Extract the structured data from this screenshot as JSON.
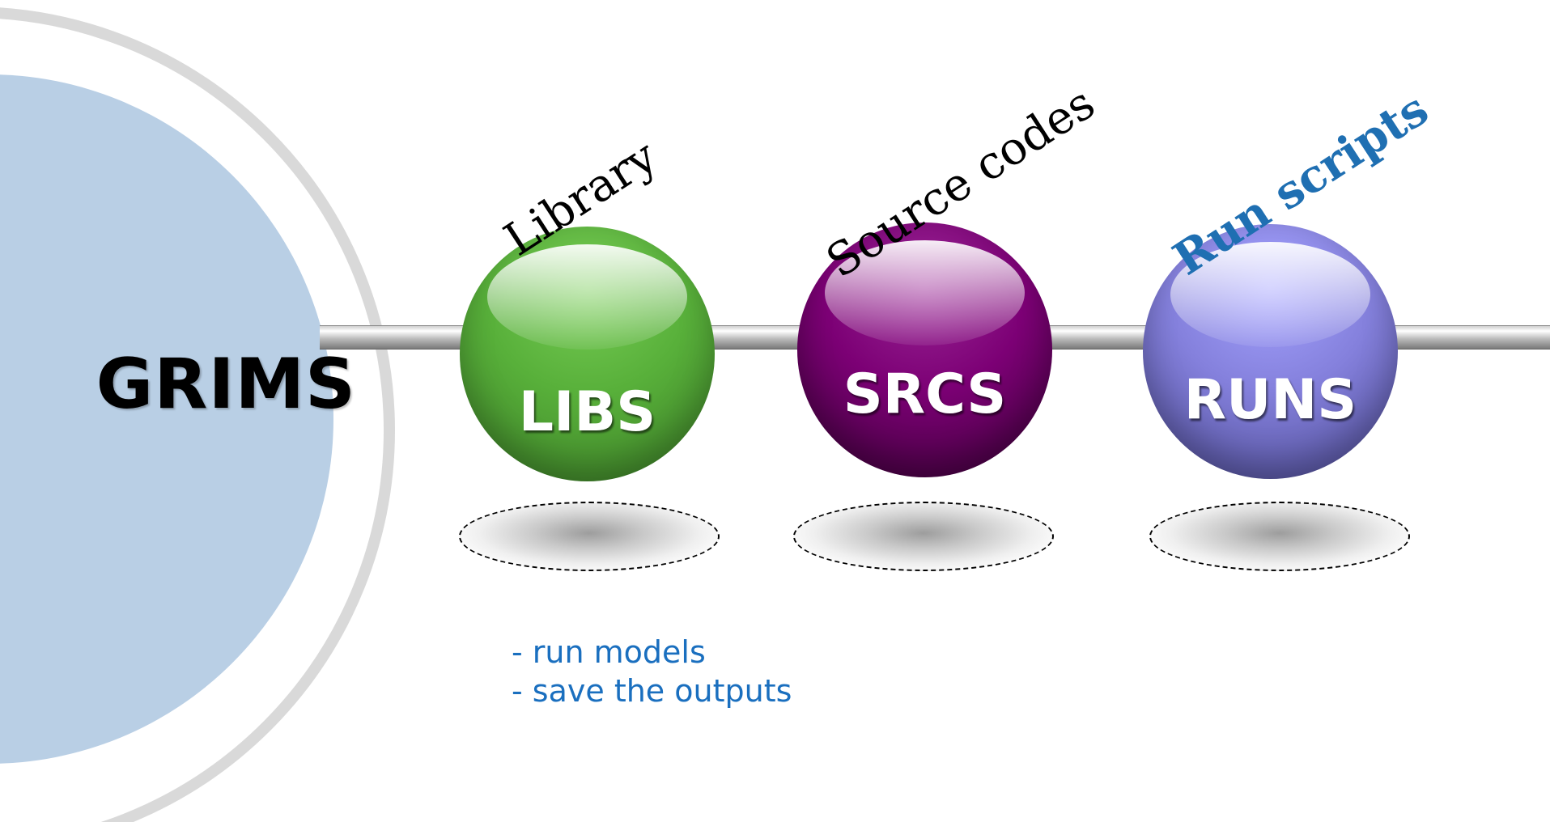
{
  "title": "GRIMS",
  "modules": [
    {
      "name": "LIBS",
      "caption": "Library",
      "color": "#58b03a"
    },
    {
      "name": "SRCS",
      "caption": "Source codes",
      "color": "#7c0075"
    },
    {
      "name": "RUNS",
      "caption": "Run scripts",
      "color": "#8480dc",
      "caption_color": "#1f6fb2"
    }
  ],
  "notes": [
    "- run models",
    "- save the outputs"
  ],
  "colors": {
    "disc": "#b9cfe5",
    "ring": "#d9d9d9",
    "notes": "#1a6fbf"
  }
}
